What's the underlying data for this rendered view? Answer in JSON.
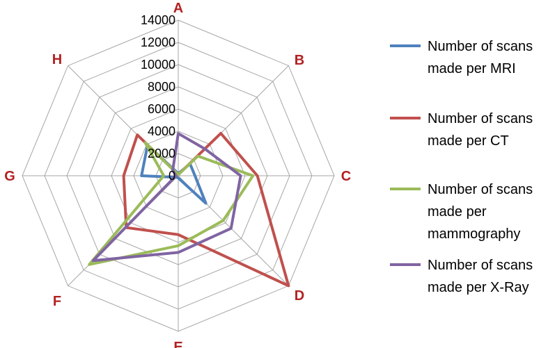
{
  "chart_data": {
    "type": "radar",
    "categories": [
      "A",
      "B",
      "C",
      "D",
      "E",
      "F",
      "G",
      "H"
    ],
    "r_ticks": [
      "0",
      "2000",
      "4000",
      "6000",
      "8000",
      "10000",
      "12000",
      "14000"
    ],
    "r_max": 14000,
    "grid": true,
    "legend_position": "right",
    "label_color": "#b22222",
    "grid_color": "#a6a6a6",
    "series": [
      {
        "name": "Number of scans made per MRI",
        "color": "#4f81bd",
        "values": [
          200,
          1500,
          1500,
          3500,
          200,
          200,
          3300,
          3900
        ]
      },
      {
        "name": "Number of scans made per CT",
        "color": "#c0504d",
        "values": [
          100,
          5400,
          7100,
          14000,
          5300,
          6600,
          4900,
          5200
        ]
      },
      {
        "name": "Number of scans made per mammography",
        "color": "#9bbb59",
        "values": [
          100,
          2500,
          6700,
          5700,
          6300,
          11300,
          1300,
          4200
        ]
      },
      {
        "name": "Number of scans made per X-Ray",
        "color": "#8064a2",
        "values": [
          3800,
          3400,
          5600,
          6700,
          6900,
          10800,
          200,
          700
        ]
      }
    ]
  }
}
